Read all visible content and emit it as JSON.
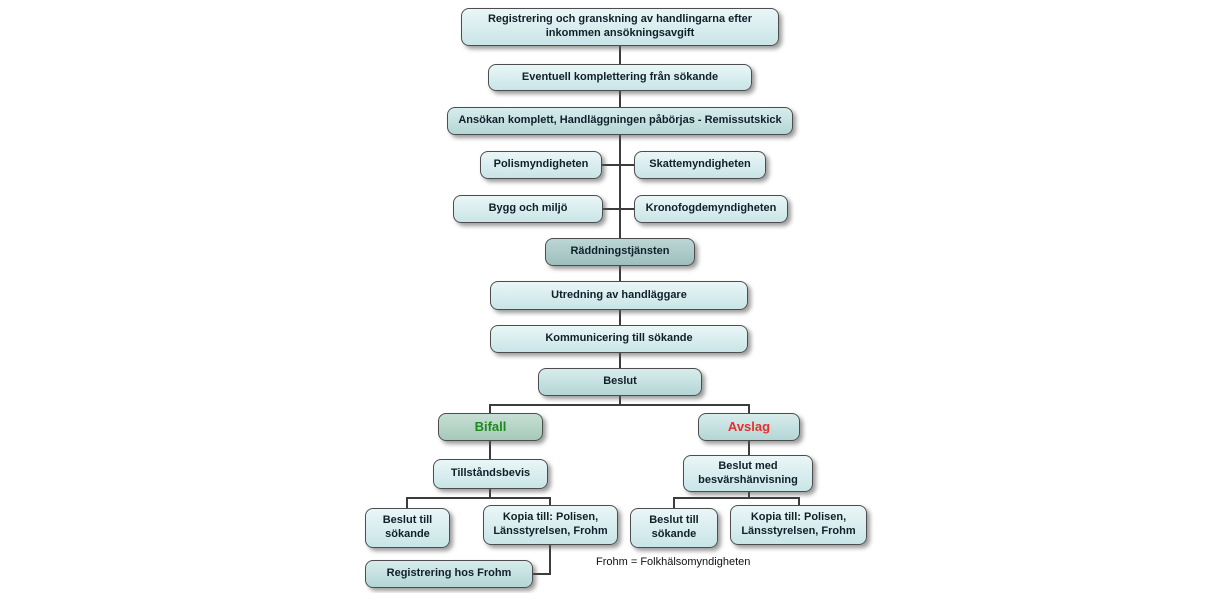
{
  "diagram": {
    "footnote": "Frohm = Folkhälsomyndigheten",
    "colors": {
      "box_fill_light": "#cde7e9",
      "box_fill_mid": "#b4d6d6",
      "box_fill_dark": "#9dbfbd",
      "box_border": "#4d4d4d",
      "connector": "#3c3c3c",
      "bifall_text": "#1e8a1e",
      "avslag_text": "#e53030",
      "label_text": "#10202a",
      "background": "#ffffff"
    },
    "nodes": {
      "registrering_granskning": {
        "label": "Registrering och granskning av handlingarna efter inkommen ansökningsavgift"
      },
      "komplettering": {
        "label": "Eventuell komplettering från sökande"
      },
      "ansokan_komplett": {
        "label": "Ansökan komplett, Handläggningen påbörjas - Remissutskick"
      },
      "polismyndigheten": {
        "label": "Polismyndigheten"
      },
      "skattemyndigheten": {
        "label": "Skattemyndigheten"
      },
      "bygg_och_miljo": {
        "label": "Bygg och miljö"
      },
      "kronofogdemyndigheten": {
        "label": "Kronofogdemyndigheten"
      },
      "raddningstjansten": {
        "label": "Räddningstjänsten"
      },
      "utredning": {
        "label": "Utredning av handläggare"
      },
      "kommunicering": {
        "label": "Kommunicering till sökande"
      },
      "beslut": {
        "label": "Beslut"
      },
      "bifall": {
        "label": "Bifall"
      },
      "avslag": {
        "label": "Avslag"
      },
      "tillstandsbevis": {
        "label": "Tillståndsbevis"
      },
      "beslut_till_sokande_bifall": {
        "label": "Beslut till sökande"
      },
      "kopia_till_bifall": {
        "label": "Kopia till: Polisen, Länsstyrelsen, Frohm"
      },
      "registrering_hos_frohm": {
        "label": "Registrering hos Frohm"
      },
      "beslut_med_besvarshanvisning": {
        "label": "Beslut med besvärshänvisning"
      },
      "beslut_till_sokande_avslag": {
        "label": "Beslut till sökande"
      },
      "kopia_till_avslag": {
        "label": "Kopia till: Polisen, Länsstyrelsen, Frohm"
      }
    }
  }
}
